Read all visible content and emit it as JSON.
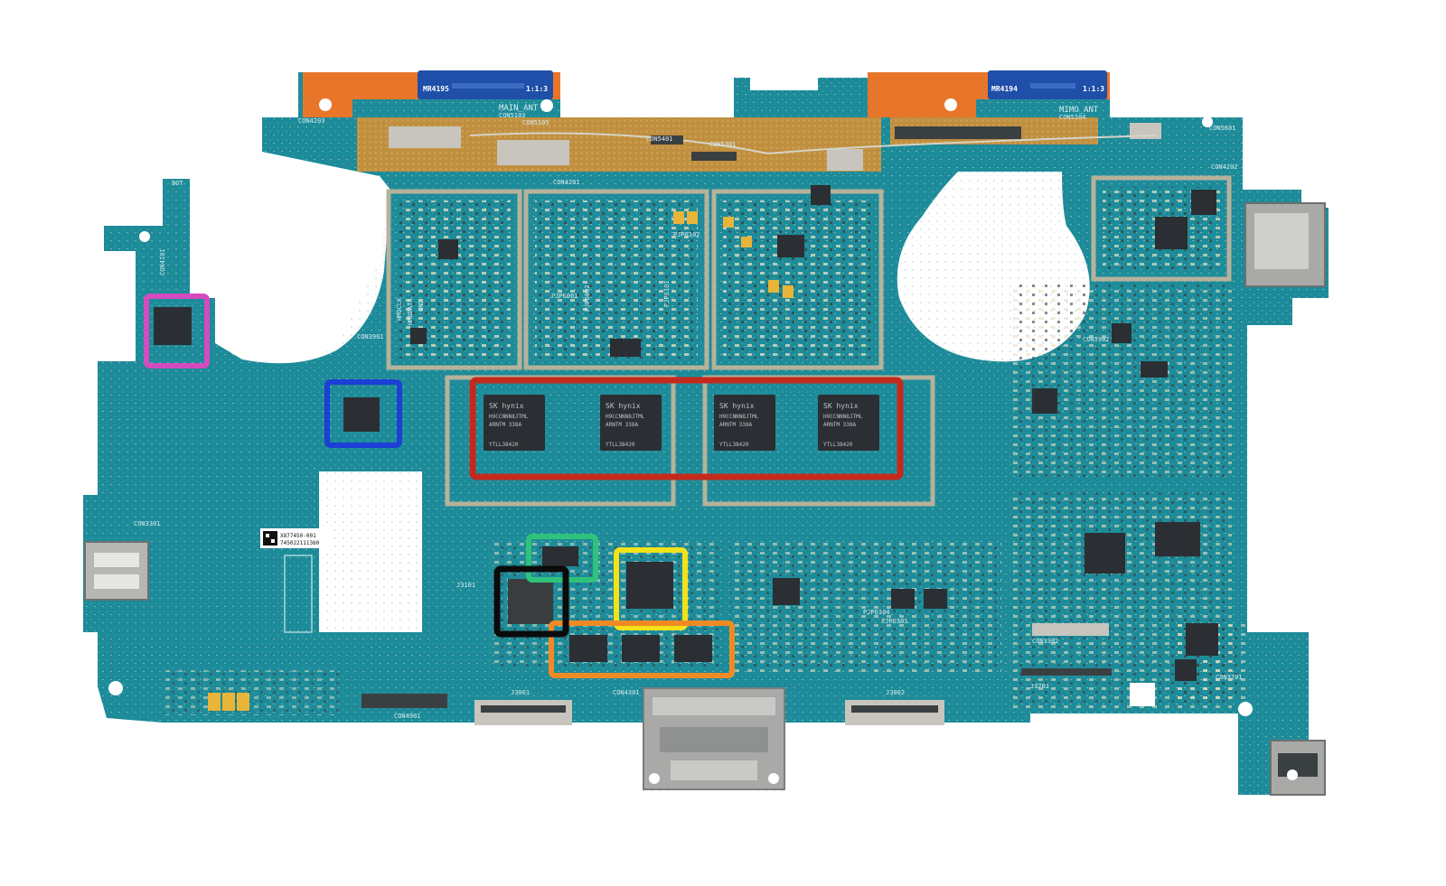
{
  "colors": {
    "board": "#1d8b99",
    "board_dark": "#166f7b",
    "shield": "#b7b29b",
    "flex": "#e8762a",
    "flex_gold": "#c9a55a",
    "antenna_blue": "#1f4fa8",
    "chip": "#2b2f33",
    "highlight_red": "#c42a1c",
    "highlight_blue": "#1c3fd6",
    "highlight_magenta": "#d44bbf",
    "highlight_green": "#2fc27a",
    "highlight_yellow": "#f2e21a",
    "highlight_black": "#0b0b0b",
    "highlight_orange": "#f08a24"
  },
  "antennas": {
    "left": {
      "part": "MR4195",
      "ratio": "1:1:3",
      "label": "MAIN_ANT",
      "ref": "CON5103",
      "ref2": "CON5105"
    },
    "right": {
      "part": "MR4194",
      "ratio": "1:1:3",
      "label": "MIMO_ANT",
      "ref": "CON5104"
    }
  },
  "silkscreen": {
    "bot": "BOT",
    "con4203": "CON4203",
    "con5401": "CON5401",
    "con5301": "CON5301",
    "con4202": "CON4202",
    "con4201": "CON4201",
    "con4101": "CON4101",
    "con3901": "CON3901",
    "con3902": "CON3902",
    "con3301": "CON3301",
    "j3101": "J3101",
    "con3302": "CON3302",
    "pjp6001": "PJP6001",
    "pjp6002": "PJP6002",
    "pjp6102": "PJP6102",
    "pjp6101": "PJP6101",
    "pjp6304": "PJP6304",
    "pjp6303": "PJP6303",
    "con4901": "CON4901",
    "j3001": "J3001",
    "con4301": "CON4301",
    "j3002": "J3002",
    "j3701": "J3701",
    "con3701": "CON3701",
    "con5601": "CON5601",
    "hmdclk": "HMDCLK",
    "hmddata": "HMDDATA",
    "gnd": "GND",
    "barcode_line1": "X877450-001",
    "barcode_line2": "745022111360"
  },
  "memory_chips": [
    {
      "brand": "SK hynix",
      "line1": "H9CCNNN8JTML",
      "line2": "ARNTM   338A",
      "line3": "YTLL38420"
    },
    {
      "brand": "SK hynix",
      "line1": "H9CCNNN8JTML",
      "line2": "ARNTM   338A",
      "line3": "YTLL38420"
    },
    {
      "brand": "SK hynix",
      "line1": "H9CCNNN8JTML",
      "line2": "ARNTM   338A",
      "line3": "YTLL38420"
    },
    {
      "brand": "SK hynix",
      "line1": "H9CCNNN8JTML",
      "line2": "ARNTM   338A",
      "line3": "YTLL38420"
    }
  ]
}
